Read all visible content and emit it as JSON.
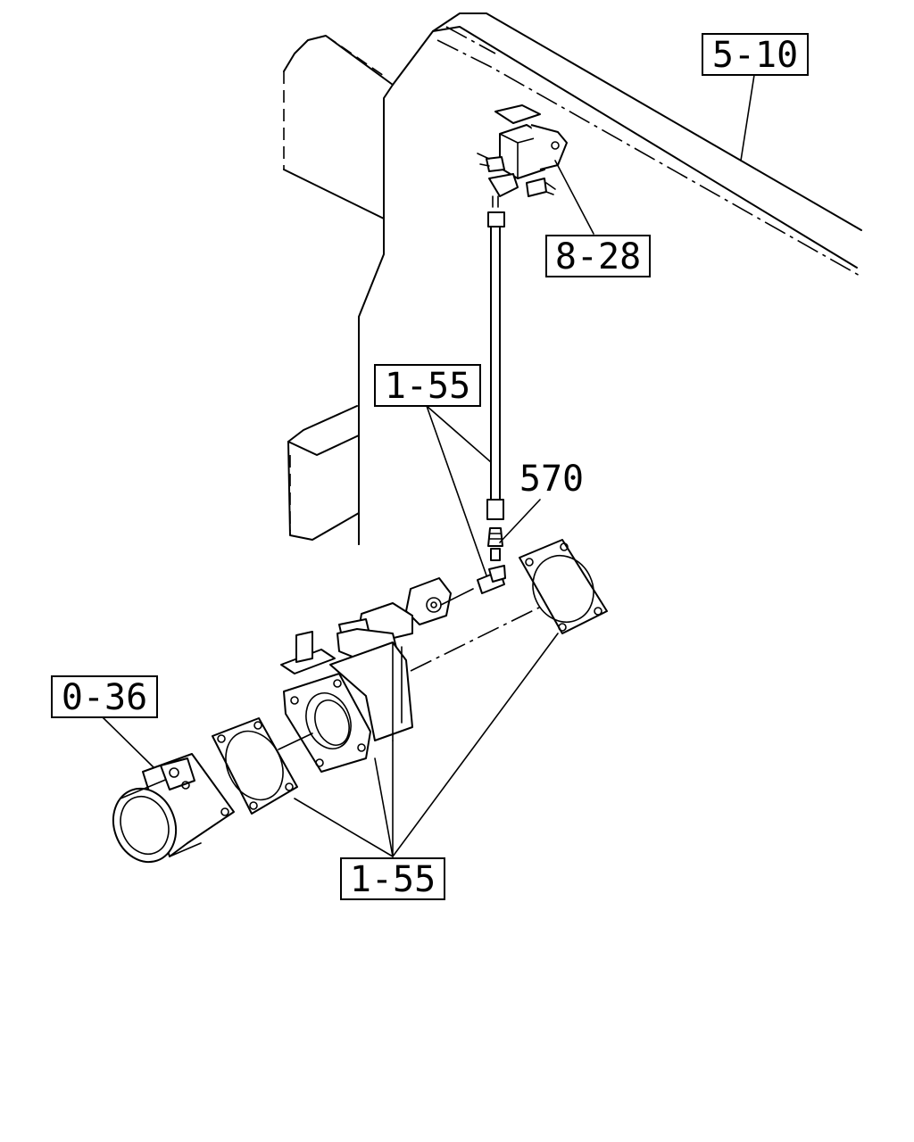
{
  "diagram": {
    "labels": {
      "label_5_10": "5-10",
      "label_8_28": "8-28",
      "label_1_55_top": "1-55",
      "label_570": "570",
      "label_0_36": "0-36",
      "label_1_55_bottom": "1-55"
    }
  }
}
